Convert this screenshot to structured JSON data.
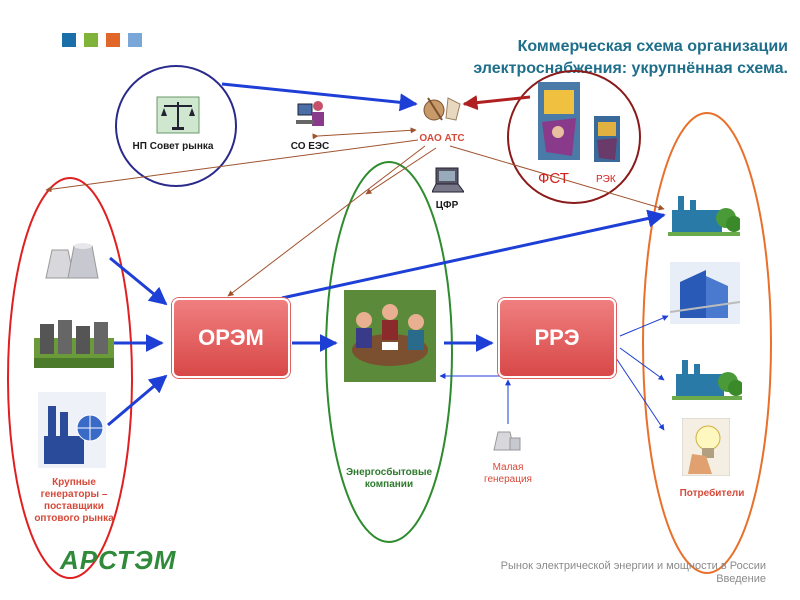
{
  "title": "Коммерческая схема организации электроснабжения: укрупнённая схема.",
  "header_squares": [
    "#1b6fa8",
    "#7fb33a",
    "#e0662a",
    "#7aa6d8"
  ],
  "nodes": {
    "orem": "ОРЭМ",
    "rre": "РРЭ",
    "np_sovet": "НП Совет рынка",
    "so_ees": "СО ЕЭС",
    "oao_ats": "ОАО АТС",
    "cfr": "ЦФР",
    "fst": "ФСТ",
    "rek": "РЭК",
    "generators": "Крупные генераторы – поставщики оптового рынка",
    "energo": "Энергосбытовые компании",
    "small_gen": "Малая генерация",
    "consumers": "Потребители"
  },
  "footer": {
    "line1": "Рынок электрической энергии и мощности в России",
    "line2": "Введение"
  },
  "logo": "АРСТЭМ",
  "colors": {
    "blue_arrow": "#1e3fd6",
    "brown_arrow": "#a0522d",
    "navy_ellipse": "#2a2a8c",
    "red_ellipse": "#e02020",
    "green_ellipse": "#2e8b2e",
    "orange_ellipse": "#e8702a",
    "maroon_ellipse": "#8b1a1a",
    "box_fill": "#e45a5a"
  }
}
